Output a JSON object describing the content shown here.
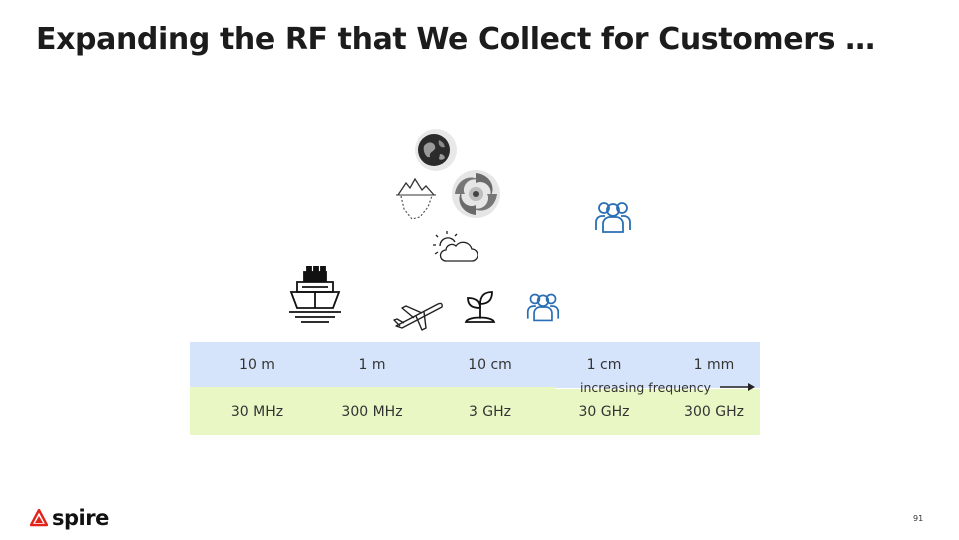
{
  "slide": {
    "title": "Expanding the RF that We Collect for Customers …",
    "page_number": "91"
  },
  "spectrum": {
    "wavelengths": [
      "10 m",
      "1 m",
      "10 cm",
      "1 cm",
      "1 mm"
    ],
    "frequencies": [
      "30 MHz",
      "300 MHz",
      "3 GHz",
      "30 GHz",
      "300 GHz"
    ],
    "direction_note": "increasing frequency"
  },
  "colors": {
    "wavelength_band": "#d6e4fb",
    "frequency_band": "#e9f7c5",
    "people_icon": "#2a6fb5",
    "brand_accent": "#e2231a"
  },
  "icons": [
    "globe-icon",
    "iceberg-icon",
    "hurricane-icon",
    "partly-cloudy-icon",
    "ship-icon",
    "airplane-icon",
    "sprout-icon",
    "people-icon"
  ],
  "logo": {
    "text": "spire"
  }
}
